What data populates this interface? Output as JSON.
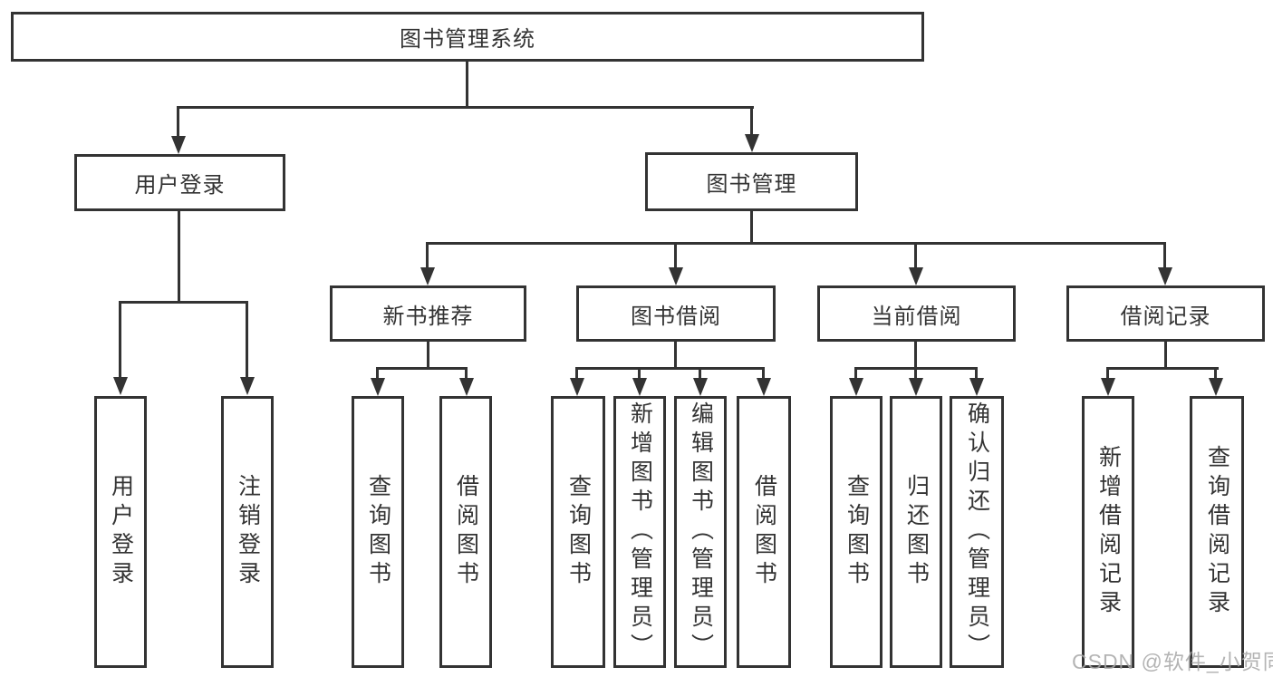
{
  "diagram": {
    "root": "图书管理系统",
    "level1": {
      "user_login": "用户登录",
      "book_mgmt": "图书管理"
    },
    "level2": {
      "new_book": "新书推荐",
      "book_borrow": "图书借阅",
      "current_borrow": "当前借阅",
      "borrow_record": "借阅记录"
    },
    "leaves": {
      "user_login": [
        "用户登录",
        "注销登录"
      ],
      "new_book": [
        "查询图书",
        "借阅图书"
      ],
      "book_borrow": [
        "查询图书",
        "新增图书（管理员）",
        "编辑图书（管理员）",
        "借阅图书"
      ],
      "current_borrow": [
        "查询图书",
        "归还图书",
        "确认归还（管理员）"
      ],
      "borrow_record": [
        "新增借阅记录",
        "查询借阅记录"
      ]
    }
  },
  "watermark": "CSDN @软件_小贺同学",
  "colors": {
    "line": "#333333",
    "text": "#333333",
    "background": "#ffffff",
    "watermark": "#a8a8a8"
  }
}
